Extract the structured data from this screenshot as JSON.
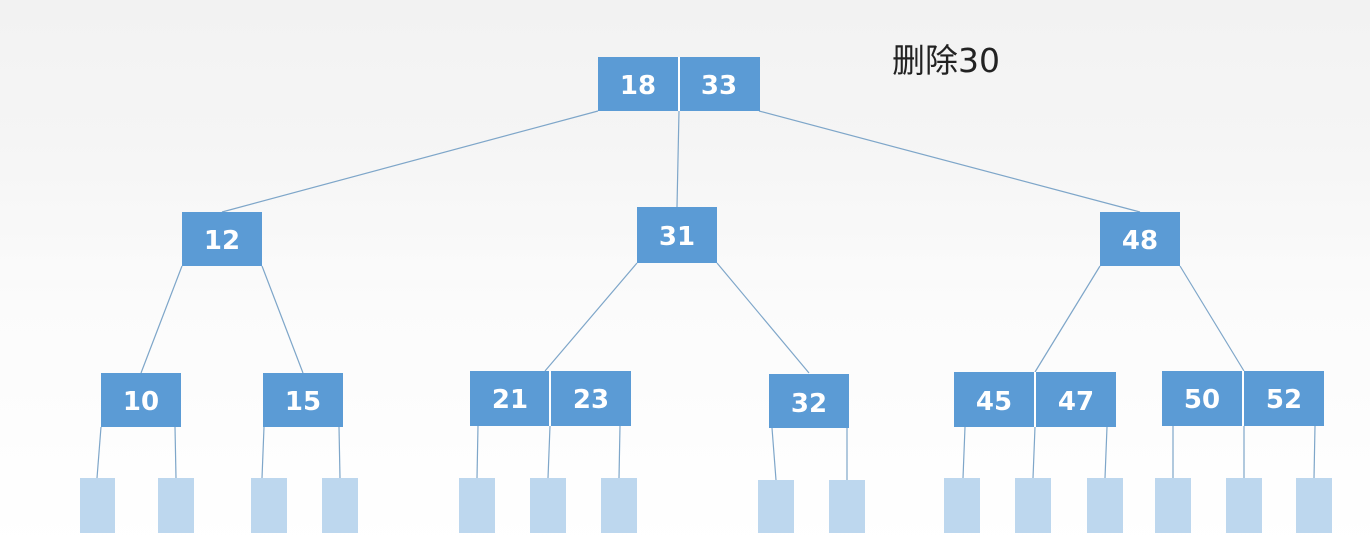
{
  "caption": "删除30",
  "colors": {
    "node_fill": "#5b9bd5",
    "key_text": "#ffffff",
    "leaf_fill": "#bdd7ee",
    "edge": "#7ea6c9"
  },
  "tree": {
    "root": {
      "keys": [
        "18",
        "33"
      ]
    },
    "level1": [
      {
        "keys": [
          "12"
        ]
      },
      {
        "keys": [
          "31"
        ]
      },
      {
        "keys": [
          "48"
        ]
      }
    ],
    "level2": [
      {
        "keys": [
          "10"
        ]
      },
      {
        "keys": [
          "15"
        ]
      },
      {
        "keys": [
          "21",
          "23"
        ]
      },
      {
        "keys": [
          "32"
        ]
      },
      {
        "keys": [
          "45",
          "47"
        ]
      },
      {
        "keys": [
          "50",
          "52"
        ]
      }
    ]
  }
}
